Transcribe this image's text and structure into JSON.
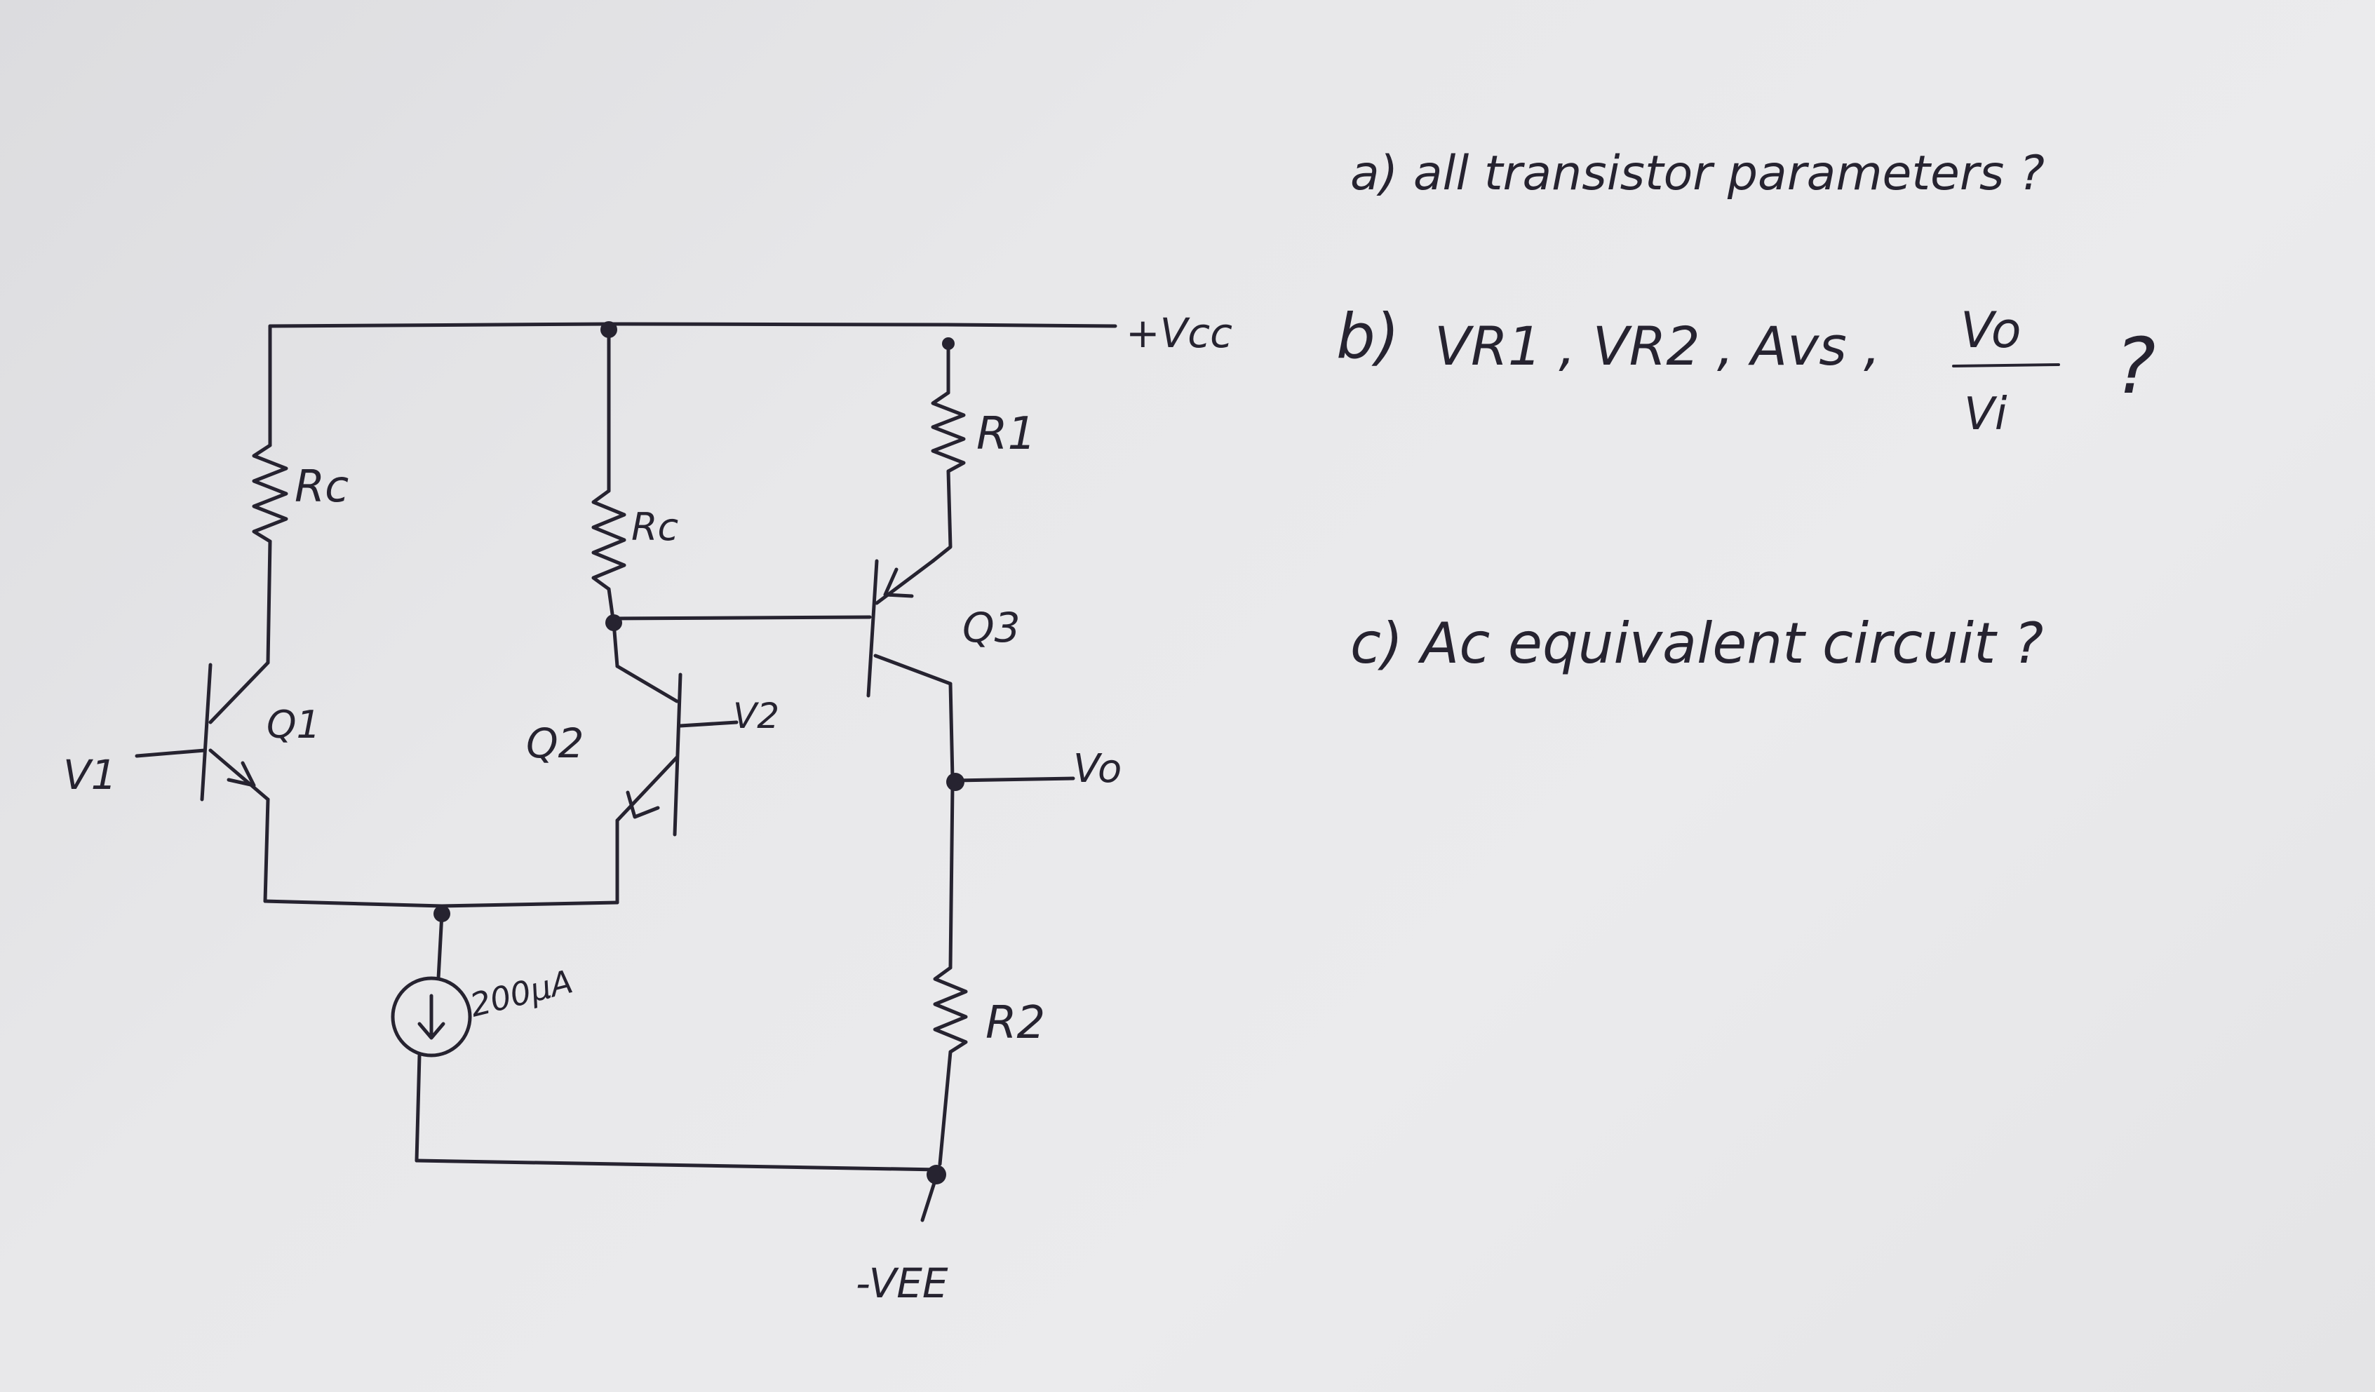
{
  "circuit": {
    "labels": {
      "vcc": "+Vcc",
      "vee": "-VEE",
      "rc_left": "Rc",
      "rc_mid": "Rc",
      "r1": "R1",
      "r2": "R2",
      "q1": "Q1",
      "q2": "Q2",
      "q3": "Q3",
      "v1": "V1",
      "v2": "V2",
      "vo": "Vo",
      "current_source": "200µA"
    }
  },
  "questions": {
    "a": "a) all transistor parameters ?",
    "b_prefix": "b)",
    "b_items": "VR1 , VR2 , Avs ,",
    "b_frac_num": "Vo",
    "b_frac_den": "Vi",
    "b_suffix": "?",
    "c": "c) Ac equivalent circuit ?"
  },
  "colors": {
    "ink": "#262330",
    "paper": "#e8e8ea"
  }
}
